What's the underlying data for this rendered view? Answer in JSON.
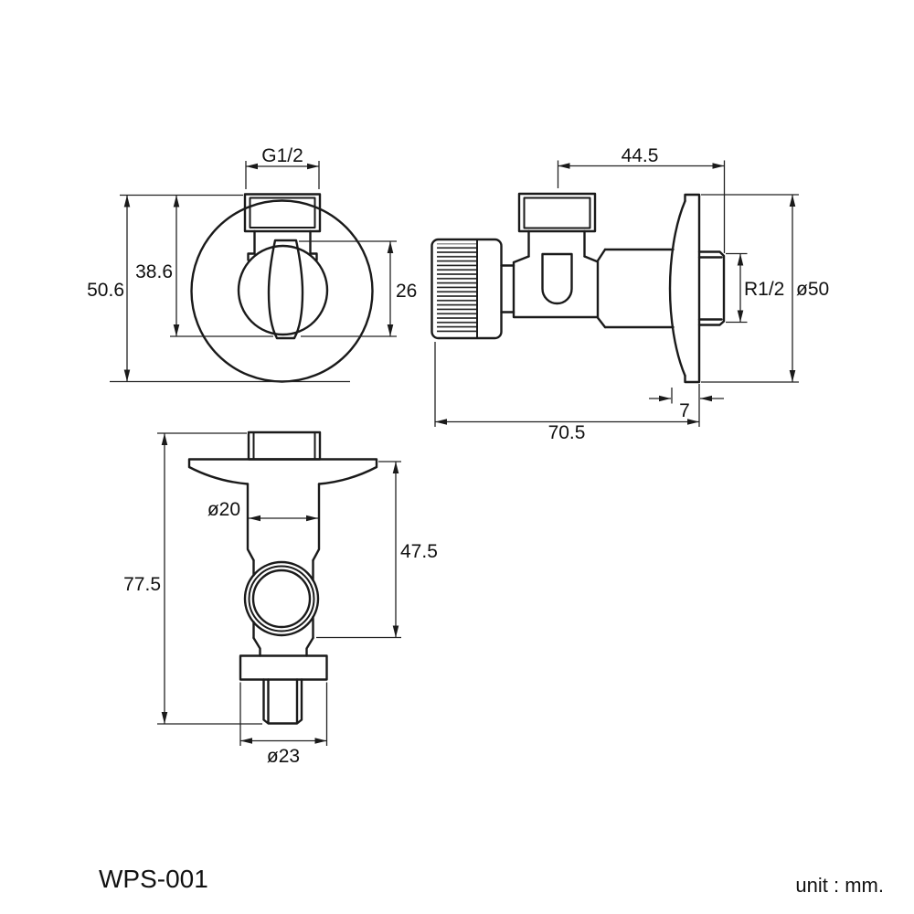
{
  "page": {
    "background": "#ffffff",
    "line_color": "#1a1a1a"
  },
  "title_block": {
    "model": "WPS-001",
    "unit": "unit : mm."
  },
  "views": {
    "front": {
      "dims": {
        "top_thread": "G1/2",
        "fitting_to_handle_bottom": "38.6",
        "overall_height": "50.6",
        "handle_height": "26"
      }
    },
    "side": {
      "dims": {
        "outlet_center_to_inlet_end": "44.5",
        "flange_diameter": "ø50",
        "inlet_thread": "R1/2",
        "flange_thickness": "7",
        "overall_length": "70.5"
      }
    },
    "bottom": {
      "dims": {
        "overall_height": "77.5",
        "body_diameter": "ø20",
        "flange_to_body_bottom": "47.5",
        "outlet_nut_width": "ø23"
      }
    }
  }
}
